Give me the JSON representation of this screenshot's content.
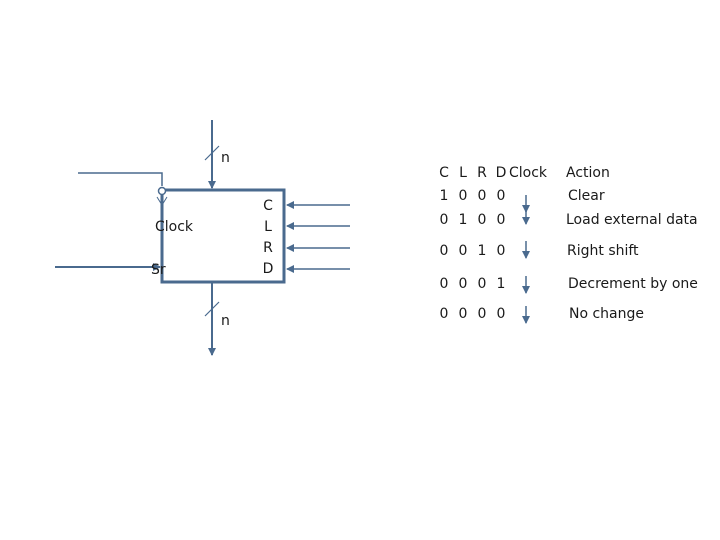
{
  "block": {
    "bus_width_top": "n",
    "bus_width_bottom": "n",
    "clock_label": "Clock",
    "sr_label": "Sr",
    "control_inputs": [
      "C",
      "L",
      "R",
      "D"
    ]
  },
  "table": {
    "headers": [
      "C",
      "L",
      "R",
      "D",
      "Clock",
      "Action"
    ],
    "rows": [
      {
        "bits": [
          "1",
          "0",
          "0",
          "0"
        ],
        "action": "Clear"
      },
      {
        "bits": [
          "0",
          "1",
          "0",
          "0"
        ],
        "action": "Load external data"
      },
      {
        "bits": [
          "0",
          "0",
          "1",
          "0"
        ],
        "action": "Right shift"
      },
      {
        "bits": [
          "0",
          "0",
          "0",
          "1"
        ],
        "action": "Decrement by one"
      },
      {
        "bits": [
          "0",
          "0",
          "0",
          "0"
        ],
        "action": "No change"
      }
    ]
  },
  "colors": {
    "block": "#4a6a8e",
    "line": "#4a6a8e"
  }
}
